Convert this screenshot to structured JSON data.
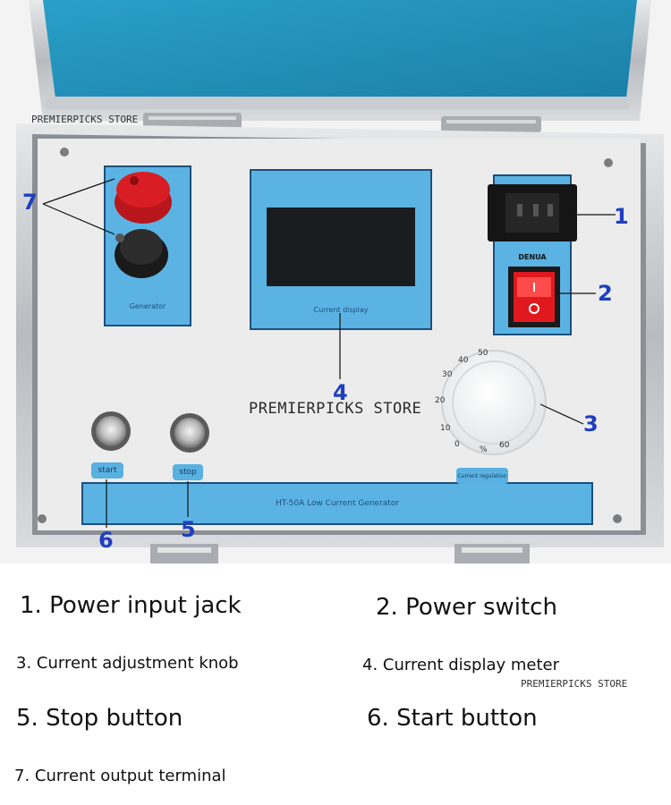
{
  "watermarks": {
    "top_left": "PREMIERPICKS STORE",
    "center": "PREMIERPICKS STORE",
    "caption_right": "PREMIERPICKS STORE"
  },
  "device": {
    "model_label": "HT-50A Low Current Generator",
    "display_label": "Current display",
    "terminal_label": "Generator",
    "start_label": "start",
    "stop_label": "stop",
    "knob_label": "Current regulation",
    "switch_label": "DENUA",
    "dial_ticks": [
      "0",
      "10",
      "20",
      "30",
      "40",
      "50",
      "%",
      "60"
    ]
  },
  "callouts": {
    "c1": "1",
    "c2": "2",
    "c3": "3",
    "c4": "4",
    "c5": "5",
    "c6": "6",
    "c7": "7"
  },
  "captions": {
    "c1": "1. Power input jack",
    "c2": "2. Power switch",
    "c3": "3. Current adjustment knob",
    "c4": "4. Current display meter",
    "c5": "5. Stop button",
    "c6": "6. Start button",
    "c7": "7. Current output terminal"
  },
  "colors": {
    "lid_blue": "#1f8fb7",
    "panel_blue": "#5bb3e3",
    "callout_blue": "#1f3fbf",
    "terminal_red": "#d81e24",
    "switch_red": "#e0191f"
  }
}
